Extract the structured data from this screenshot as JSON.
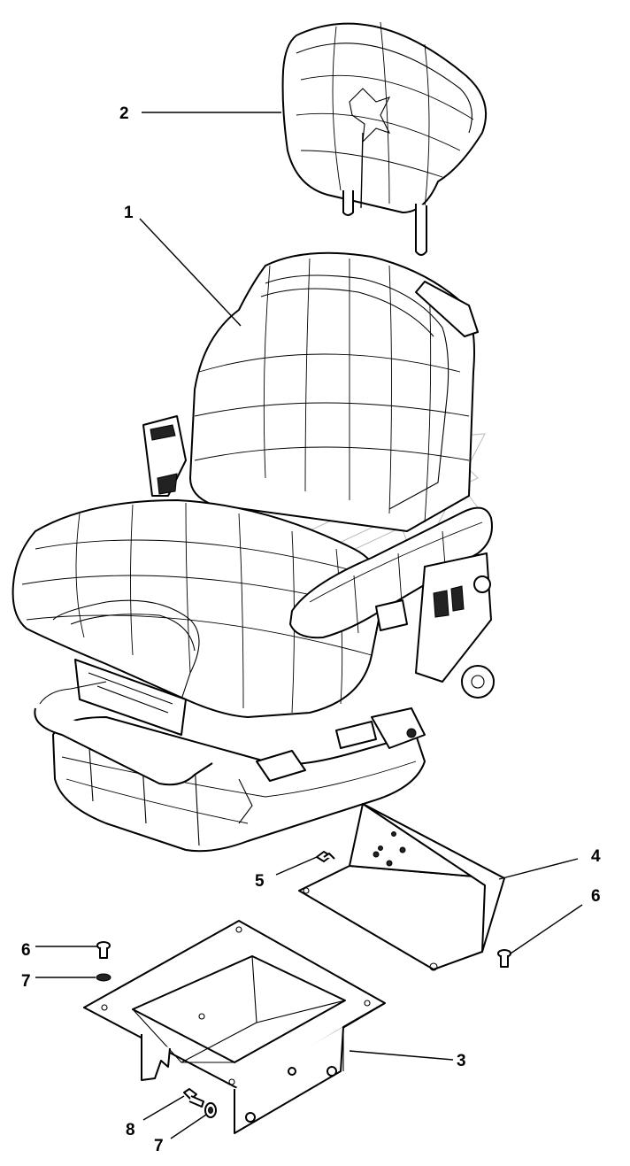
{
  "callouts": [
    {
      "id": "headrest",
      "label": "2"
    },
    {
      "id": "seat",
      "label": "1"
    },
    {
      "id": "mounting-plate",
      "label": "4"
    },
    {
      "id": "bolt-a",
      "label": "5"
    },
    {
      "id": "bolt-b",
      "label": "6"
    },
    {
      "id": "bolt-c",
      "label": "6"
    },
    {
      "id": "washer-a",
      "label": "7"
    },
    {
      "id": "base-frame",
      "label": "3"
    },
    {
      "id": "screw",
      "label": "8"
    },
    {
      "id": "washer-b",
      "label": "7"
    }
  ],
  "colors": {
    "ink": "#000000",
    "background": "#ffffff",
    "watermark": "#bbbbbb"
  }
}
